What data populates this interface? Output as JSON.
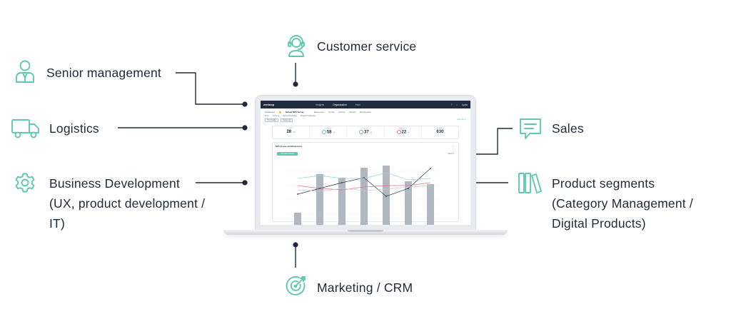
{
  "labels": {
    "customer_service": "Customer service",
    "senior_management": "Senior management",
    "logistics": "Logistics",
    "business_dev": [
      "Business Development",
      "(UX, product development /",
      "IT)"
    ],
    "sales": "Sales",
    "product_segments": [
      "Product segments",
      "(Category Management /",
      "Digital Products)"
    ],
    "marketing": "Marketing / CRM"
  },
  "colors": {
    "accent": "#5fc9b0",
    "line": "#1e2a3b",
    "text": "#1e2a3b"
  },
  "icons": {
    "customer_service": "headset-icon",
    "senior_management": "manager-icon",
    "logistics": "truck-icon",
    "business_dev": "gear-icon",
    "sales": "chat-icon",
    "product_segments": "books-icon",
    "marketing": "target-icon"
  },
  "app": {
    "brand": "zenloop",
    "nav": [
      "Insights",
      "Organization",
      "Hub"
    ],
    "user": "Lydia",
    "breadcrumb": [
      "Dashboard",
      "Default NPS Survey"
    ],
    "tabs": [
      "Responses",
      "Trends",
      "Drivers",
      "Metrics",
      "Benchmarks"
    ],
    "filters": [
      "Time",
      "Surveys",
      "Group Properties",
      "Answer Properties"
    ],
    "chips": [
      "This Quarter",
      "Survey (2)"
    ],
    "clear": "Clear filters",
    "kpis": [
      {
        "label": "NPS",
        "value": "28",
        "sub": "+15"
      },
      {
        "label": "Promoters",
        "value": "58",
        "sub": "+3"
      },
      {
        "label": "Passives",
        "value": "37",
        "sub": "+1"
      },
      {
        "label": "Detractors",
        "value": "22",
        "sub": "-4"
      },
      {
        "label": "Responses",
        "value": "630",
        "sub": ""
      }
    ],
    "panel_title": "NPS Scores and Responses",
    "panel_button": "Compare Periods",
    "panel_dropdown": "Month"
  }
}
